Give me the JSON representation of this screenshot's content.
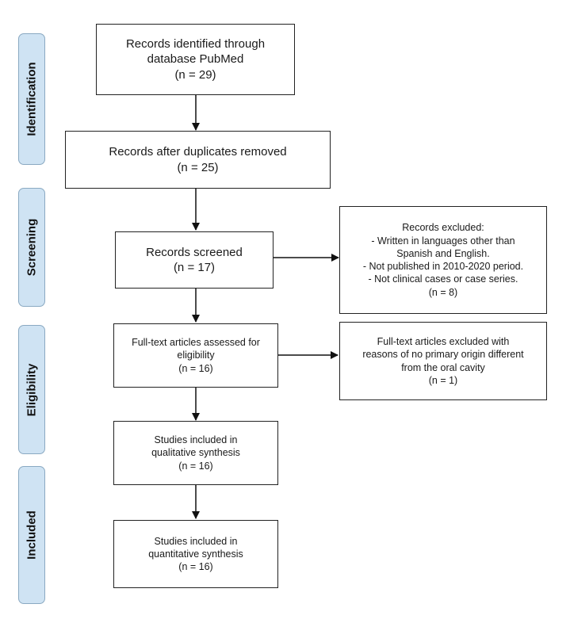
{
  "phases": {
    "identification": "Identification",
    "screening": "Screening",
    "eligibility": "Eligibility",
    "included": "Included"
  },
  "boxes": {
    "identified": {
      "line1": "Records identified through",
      "line2": "database PubMed",
      "count": "(n = 29)"
    },
    "duplicates": {
      "line1": "Records after duplicates removed",
      "count": "(n = 25)"
    },
    "screened": {
      "line1": "Records screened",
      "count": "(n = 17)"
    },
    "excluded": {
      "title": "Records excluded:",
      "line1": "- Written in languages other than",
      "line2": "Spanish and English.",
      "line3": "- Not published in 2010-2020 period.",
      "line4": "- Not clinical cases or case series.",
      "count": "(n = 8)"
    },
    "fulltext": {
      "line1": "Full-text articles assessed for",
      "line2": "eligibility",
      "count": "(n = 16)"
    },
    "fulltext_excluded": {
      "line1": "Full-text articles excluded with",
      "line2": "reasons of no primary origin different",
      "line3": "from the oral cavity",
      "count": "(n = 1)"
    },
    "qualitative": {
      "line1": "Studies included in",
      "line2": "qualitative synthesis",
      "count": "(n = 16)"
    },
    "quantitative": {
      "line1": "Studies included in",
      "line2": "quantitative synthesis",
      "count": "(n = 16)"
    }
  }
}
